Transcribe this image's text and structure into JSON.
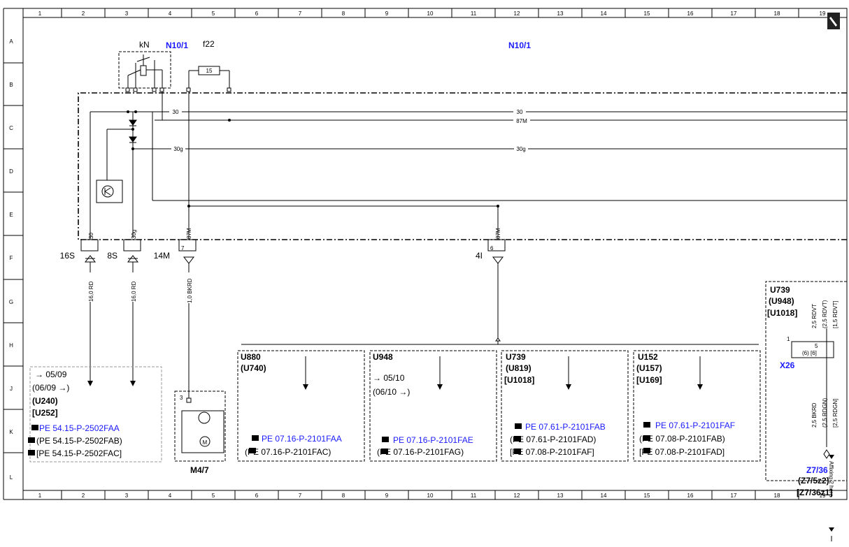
{
  "grid": {
    "columns": [
      "1",
      "2",
      "3",
      "4",
      "5",
      "6",
      "7",
      "8",
      "9",
      "10",
      "11",
      "12",
      "13",
      "14",
      "15",
      "16",
      "17",
      "18",
      "19"
    ],
    "rows": [
      "A",
      "B",
      "C",
      "D",
      "E",
      "F",
      "G",
      "H",
      "J",
      "K",
      "L"
    ]
  },
  "components": {
    "relay_label": "kN",
    "module_left": "N10/1",
    "fuse_label": "f22",
    "fuse_value": "15",
    "module_right": "N10/1",
    "motor_label": "M4/7",
    "connector_x26": "X26",
    "splice": [
      "Z7/36",
      "(Z7/5z2)",
      "[Z7/36z1]"
    ]
  },
  "bus_labels": [
    "30",
    "30",
    "87M",
    "30g",
    "30g"
  ],
  "pins": [
    {
      "conn": "16S",
      "circuit": "30",
      "wire": "16,0 RD"
    },
    {
      "conn": "8S",
      "circuit": "30g",
      "wire": "16,0 RD"
    },
    {
      "conn": "14M",
      "pin": "7",
      "circuit": "87M",
      "wire": "1,0 BKRD"
    },
    {
      "conn": "4I",
      "pin": "6",
      "circuit": "87M"
    }
  ],
  "motor_pin": "3",
  "boxes": {
    "b240": {
      "lines": [
        "→ 05/09",
        "(06/09 →)",
        "(U240)",
        "[U252]"
      ],
      "refs": [
        "PE 54.15-P-2502FAA",
        "(PE 54.15-P-2502FAB)",
        "[PE 54.15-P-2502FAC]"
      ]
    },
    "b880": {
      "lines": [
        "U880",
        "(U740)"
      ],
      "refs": [
        "PE 07.16-P-2101FAA",
        "(PE 07.16-P-2101FAC)"
      ]
    },
    "b948": {
      "lines": [
        "U948",
        "→ 05/10",
        "(06/10 →)"
      ],
      "refs": [
        "PE 07.16-P-2101FAE",
        "(PE 07.16-P-2101FAG)"
      ]
    },
    "b739": {
      "lines": [
        "U739",
        "(U819)",
        "[U1018]"
      ],
      "refs": [
        "PE 07.61-P-2101FAB",
        "(PE 07.61-P-2101FAD)",
        "[PE 07.08-P-2101FAF]"
      ]
    },
    "b152": {
      "lines": [
        "U152",
        "(U157)",
        "[U169]"
      ],
      "refs": [
        "PE 07.61-P-2101FAF",
        "(PE 07.08-P-2101FAB)",
        "[PE 07.08-P-2101FAD]"
      ]
    },
    "right": {
      "lines": [
        "U739",
        "(U948)",
        "[U1018]"
      ],
      "wires_top": [
        "2,5 RDVT",
        "(2,5 RDVT)",
        "[1,5 RDVT]"
      ],
      "wires_bottom": [
        "2,5 BKRD",
        "(2,5 RDGN)",
        "[2,5 RDGN]"
      ],
      "pin_1": "1",
      "pin_5": "5",
      "pin_66": "(6) [6]"
    }
  },
  "continuation_text": "Affixing 2 here"
}
